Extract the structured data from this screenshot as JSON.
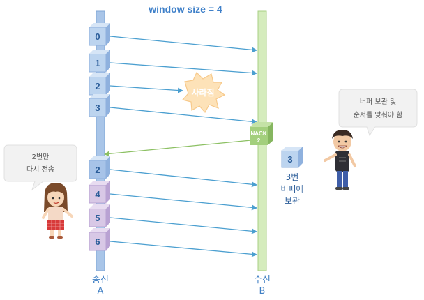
{
  "title": "window size = 4",
  "sender": {
    "name": "송신",
    "id": "A"
  },
  "receiver": {
    "name": "수신",
    "id": "B"
  },
  "packets": [
    {
      "num": "0",
      "status": "sent"
    },
    {
      "num": "1",
      "status": "sent"
    },
    {
      "num": "2",
      "status": "lost"
    },
    {
      "num": "3",
      "status": "sent"
    },
    {
      "num": "2",
      "status": "resent"
    },
    {
      "num": "4",
      "status": "sent"
    },
    {
      "num": "5",
      "status": "sent"
    },
    {
      "num": "6",
      "status": "sent"
    }
  ],
  "lost_label": "사라짐",
  "nack": {
    "label": "NACK",
    "num": "2"
  },
  "buffered": {
    "num": "3",
    "lines": [
      "3번",
      "버퍼에",
      "보관"
    ]
  },
  "sender_bubble": {
    "lines": [
      "2번만",
      "다시 전송"
    ]
  },
  "receiver_bubble": {
    "lines": [
      "버퍼 보관 및",
      "순서를 맞춰야 함"
    ]
  },
  "colors": {
    "title": "#3f80c9",
    "sender_line": "#a9c5e8",
    "receiver_line": "#d5ecbd",
    "arrow": "#4b9fd0",
    "nack_arrow": "#8cc063",
    "box_blue": "#bcd4ef",
    "box_purple": "#d8c8e6",
    "lost_burst": "#fde2b8"
  }
}
